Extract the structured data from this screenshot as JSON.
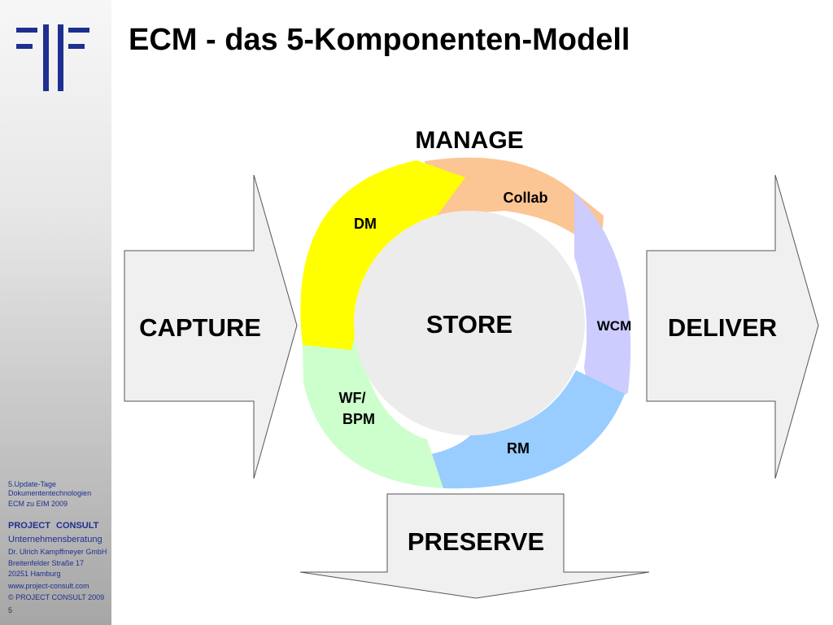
{
  "title": "ECM - das 5-Komponenten-Modell",
  "sidebar": {
    "event_line1": "5.Update-Tage",
    "event_line2": "Dokumententechnologien",
    "event_line3": "ECM zu EIM 2009",
    "company": "PROJECT CONSULT",
    "tagline": "Unternehmensberatung",
    "firm": "Dr. Ulrich Kampffmeyer GmbH",
    "street": "Breitenfelder Straße 17",
    "city": "20251 Hamburg",
    "website": "www.project-consult.com",
    "copyright": "© PROJECT CONSULT 2009",
    "page_number": "5"
  },
  "diagram": {
    "capture": "CAPTURE",
    "manage": "MANAGE",
    "store": "STORE",
    "deliver": "DELIVER",
    "preserve": "PRESERVE",
    "dm": "DM",
    "collab": "Collab",
    "wcm": "WCM",
    "rm": "RM",
    "wf_line1": "WF/",
    "wf_line2": "BPM"
  },
  "colors": {
    "brand_blue": "#1f2f8f",
    "dm_yellow": "#ffff00",
    "collab_orange": "#fcc594",
    "wcm_lavender": "#ccccff",
    "rm_blue": "#99ccff",
    "wf_green": "#ccffcc",
    "store_gray": "#ececec",
    "arrow_gray": "#f0f0f0"
  }
}
